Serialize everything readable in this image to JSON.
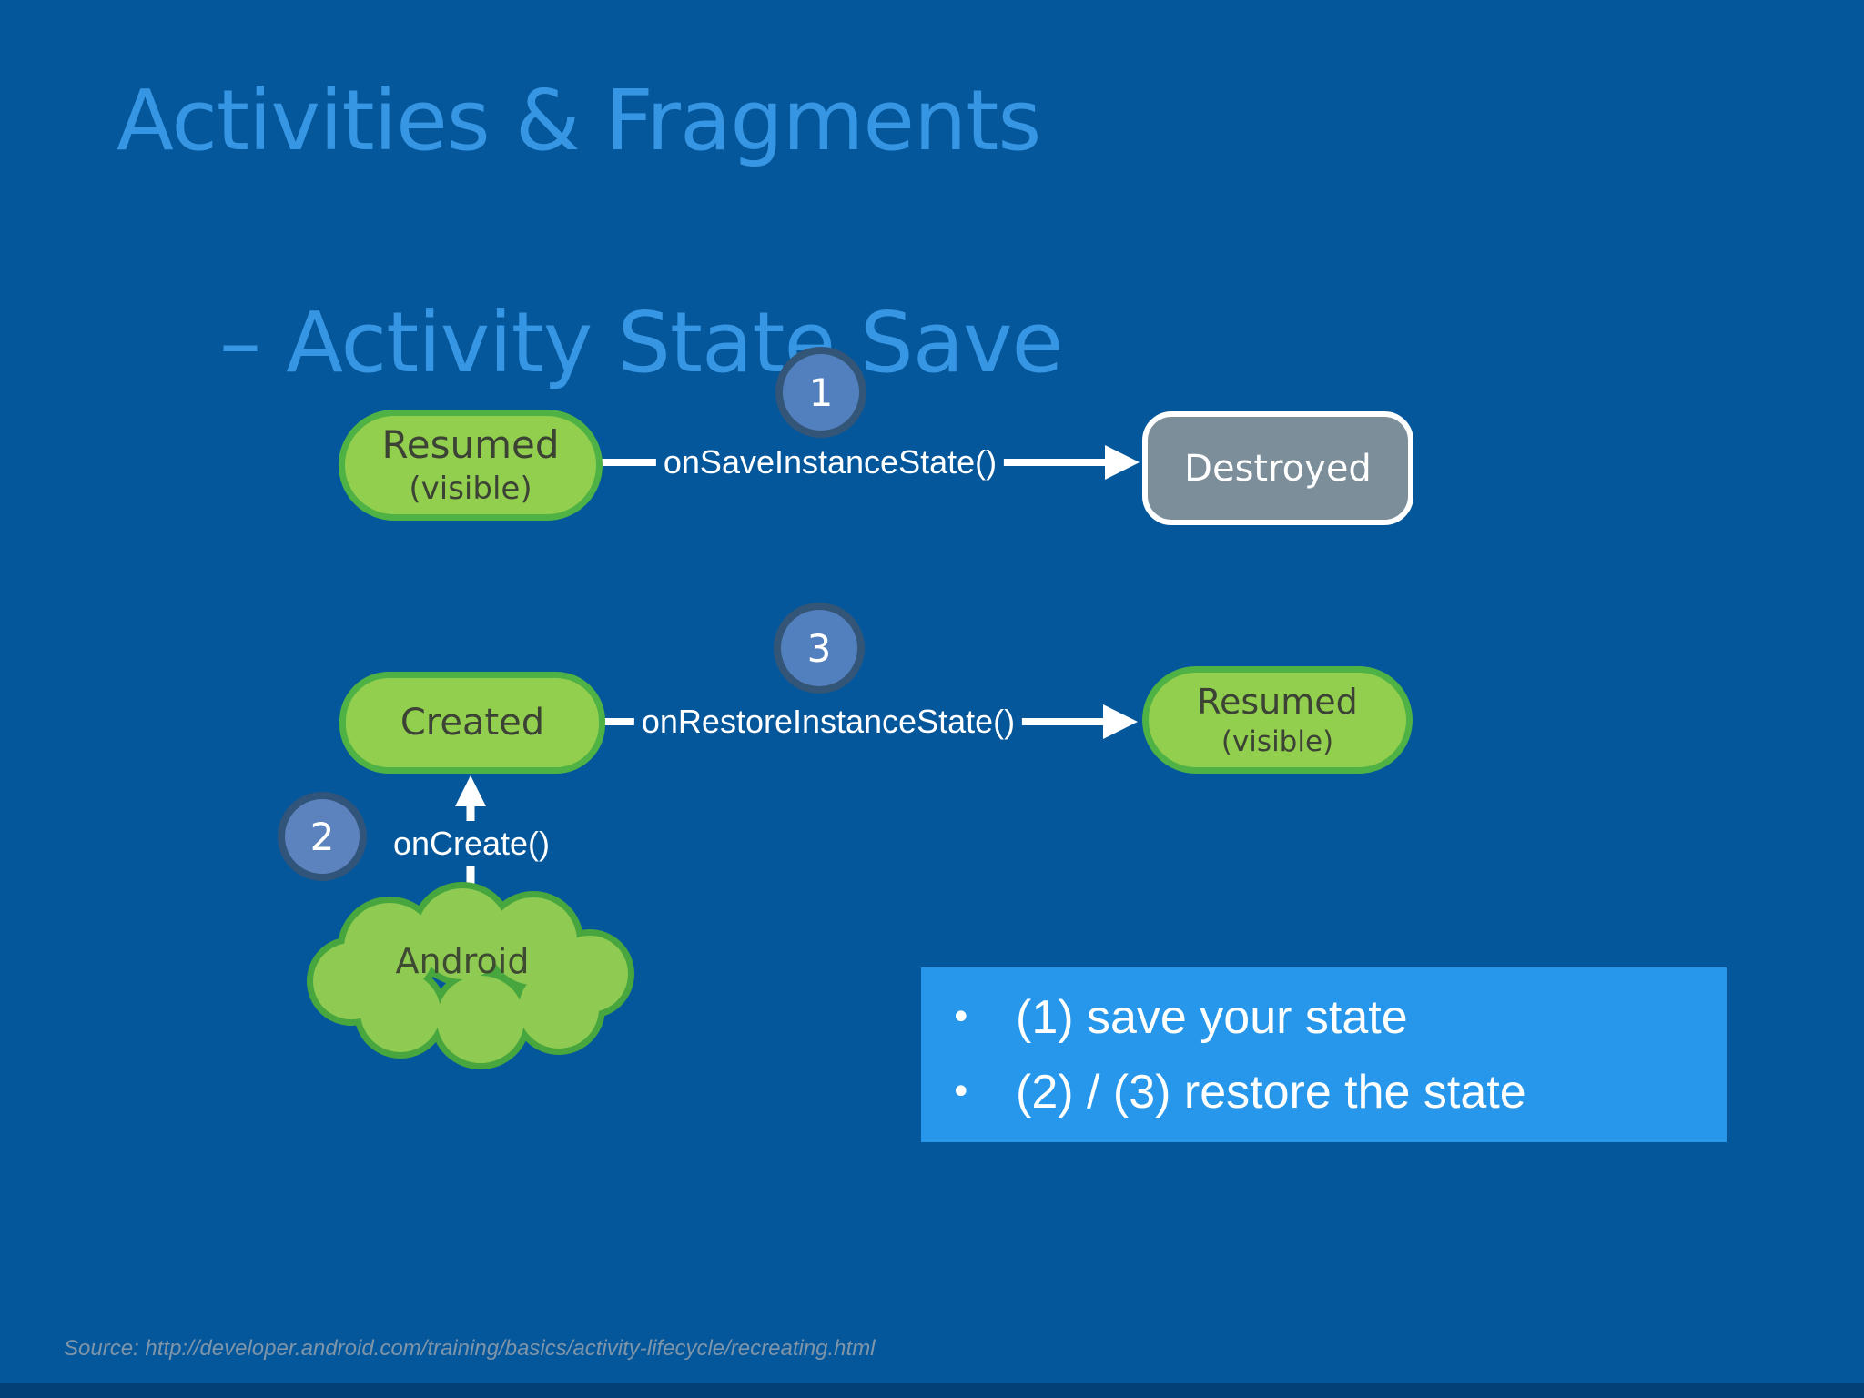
{
  "title": {
    "line1": "Activities & Fragments",
    "line2": "– Activity State Save"
  },
  "flow_save": {
    "badge": "1",
    "from_line1": "Resumed",
    "from_line2": "(visible)",
    "method": "onSaveInstanceState()",
    "to": "Destroyed"
  },
  "flow_restore": {
    "badge": "3",
    "from": "Created",
    "method": "onRestoreInstanceState()",
    "to_line1": "Resumed",
    "to_line2": "(visible)"
  },
  "flow_create": {
    "badge": "2",
    "method": "onCreate()",
    "cloud": "Android"
  },
  "callout": {
    "bullet_char": "•",
    "items": [
      "(1) save your state",
      "(2) / (3) restore the state"
    ]
  },
  "footer": {
    "source": "Source: http://developer.android.com/training/basics/activity-lifecycle/recreating.html"
  },
  "colors": {
    "background": "#05579b",
    "title_text": "#3796e3",
    "node_green_fill": "#92cf4f",
    "node_green_border": "#4fb244",
    "node_text_dark": "#3c4335",
    "destroyed_fill": "#7c8e99",
    "destroyed_border": "#ffffff",
    "badge_fill": "#527fbd",
    "badge_ring": "#335577",
    "cloud_fill": "#8fcb52",
    "cloud_border": "#47a73e",
    "arrow": "#ffffff",
    "callout_bg": "#2697ea",
    "source_text": "#7e95a9"
  }
}
